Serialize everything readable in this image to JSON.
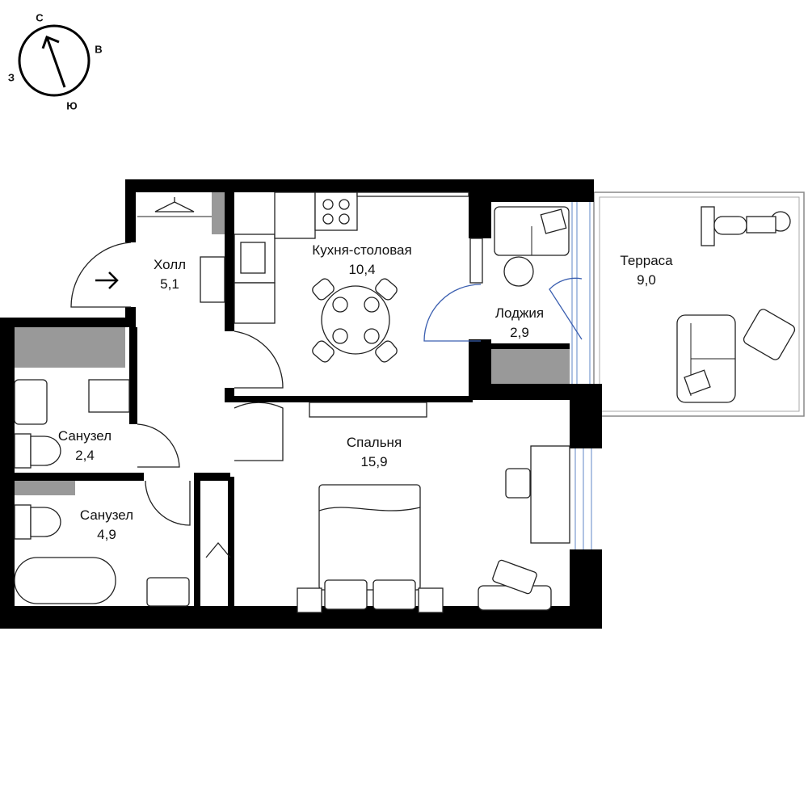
{
  "compass": {
    "north": "С",
    "east": "В",
    "south": "Ю",
    "west": "З"
  },
  "rooms": [
    {
      "name": "Холл",
      "area": "5,1"
    },
    {
      "name": "Кухня-столовая",
      "area": "10,4"
    },
    {
      "name": "Лоджия",
      "area": "2,9"
    },
    {
      "name": "Терраса",
      "area": "9,0"
    },
    {
      "name": "Спальня",
      "area": "15,9"
    },
    {
      "name": "Санузел",
      "area": "2,4"
    },
    {
      "name": "Санузел",
      "area": "4,9"
    }
  ],
  "colors": {
    "wall": "#000000",
    "built_in": "#999999",
    "loggia_door": "#3b5fb0"
  }
}
